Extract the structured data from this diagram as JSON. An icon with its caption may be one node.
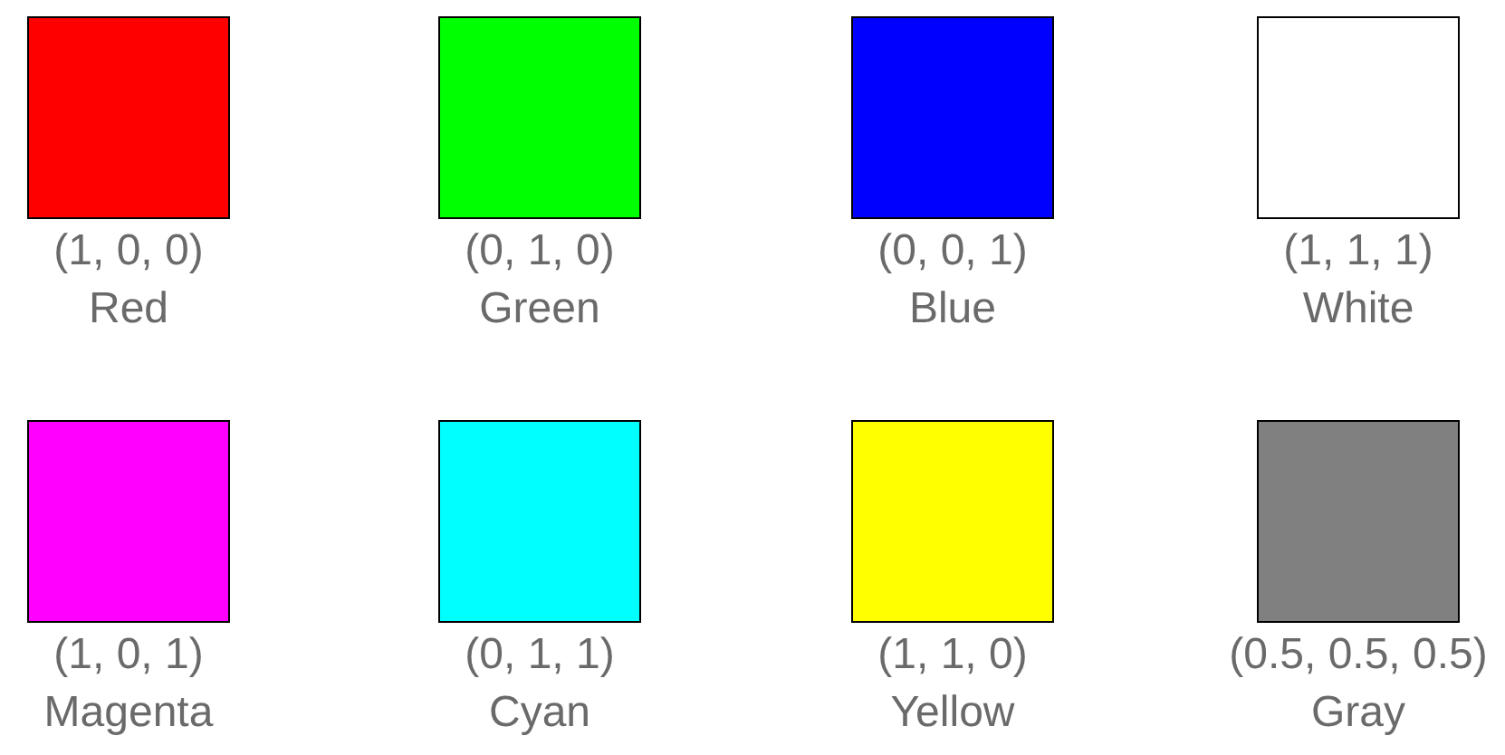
{
  "diagram": {
    "nodes": [
      {
        "text": [],
        "shape": "box",
        "beside": [
          "(1, 0, 0)",
          "Red"
        ]
      },
      {
        "text": [],
        "shape": "box",
        "beside": [
          "(0, 1, 0)",
          "Green"
        ]
      },
      {
        "text": [],
        "shape": "box",
        "beside": [
          "(0, 0, 1)",
          "Blue"
        ]
      },
      {
        "text": [],
        "shape": "box",
        "beside": [
          "(1, 1, 1)",
          "White"
        ]
      },
      {
        "text": [],
        "shape": "box",
        "beside": [
          "(1, 0, 1)",
          "Magenta"
        ]
      },
      {
        "text": [],
        "shape": "box",
        "beside": [
          "(0, 1, 1)",
          "Cyan"
        ]
      },
      {
        "text": [],
        "shape": "box",
        "beside": [
          "(1, 1, 0)",
          "Yellow"
        ]
      },
      {
        "text": [],
        "shape": "box",
        "beside": [
          "(0.5, 0.5, 0.5)",
          "Gray"
        ]
      }
    ]
  }
}
